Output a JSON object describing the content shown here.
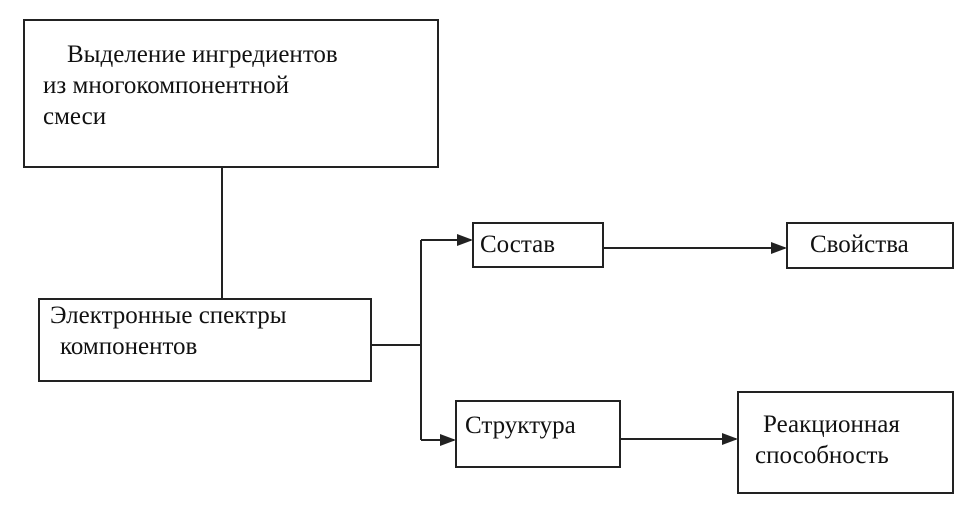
{
  "boxes": {
    "extraction": {
      "lines": [
        "Выделение ингредиентов",
        "из многокомпонентной",
        "смеси"
      ]
    },
    "spectra": {
      "lines": [
        "Электронные спектры",
        "компонентов"
      ]
    },
    "composition": {
      "lines": [
        "Состав"
      ]
    },
    "properties": {
      "lines": [
        "Свойства"
      ]
    },
    "structure": {
      "lines": [
        "Структура"
      ]
    },
    "reactivity": {
      "lines": [
        "Реакционная",
        "способность"
      ]
    }
  }
}
